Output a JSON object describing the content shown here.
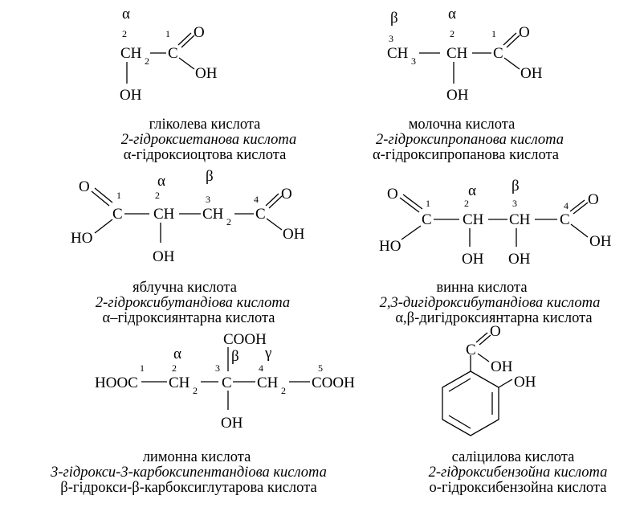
{
  "compounds": [
    {
      "id": "glycolic",
      "name": "гліколева кислота",
      "iupac": "2-гідроксиетанова кислота",
      "trivial": "α-гідроксиоцтова кислота"
    },
    {
      "id": "lactic",
      "name": "молочна кислота",
      "iupac": "2-гідроксипропанова кислота",
      "trivial": "α-гідроксипропанова кислота"
    },
    {
      "id": "malic",
      "name": "яблучна кислота",
      "iupac": "2-гідроксибутандіова кислота",
      "trivial": "α–гідроксиянтарна кислота"
    },
    {
      "id": "tartaric",
      "name": "винна кислота",
      "iupac": "2,3-дигідроксибутандіова кислота",
      "trivial": "α,β-дигідроксиянтарна кислота"
    },
    {
      "id": "citric",
      "name": "лимонна кислота",
      "iupac": "3-гідрокси-3-карбоксипентандіова кислота",
      "trivial": "β-гідрокси-β-карбоксиглутарова кислота"
    },
    {
      "id": "salicylic",
      "name": "саліцилова кислота",
      "iupac": "2-гідроксибензойна кислота",
      "trivial": "о-гідроксибензойна кислота"
    }
  ],
  "atoms": {
    "C": "C",
    "CH": "CH",
    "CH2": "CH",
    "CH3": "CH",
    "sub2": "2",
    "sub3": "3",
    "O": "O",
    "OH": "OH",
    "HO": "HO",
    "COOH": "COOH",
    "HOOC": "HOOC",
    "n1": "1",
    "n2": "2",
    "n3": "3",
    "n4": "4",
    "n5": "5"
  },
  "greek": {
    "alpha": "α",
    "beta": "β",
    "gamma": "γ"
  }
}
